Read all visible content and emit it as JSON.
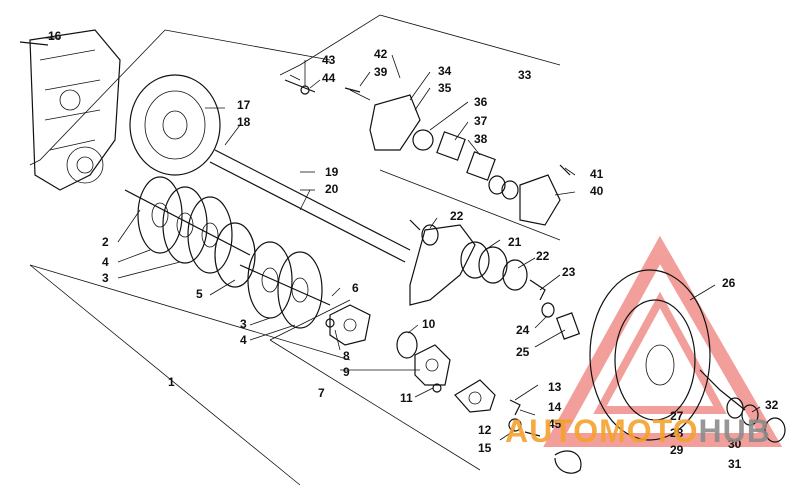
{
  "callouts": [
    "1",
    "2",
    "3",
    "3",
    "4",
    "4",
    "5",
    "6",
    "7",
    "8",
    "9",
    "10",
    "11",
    "12",
    "13",
    "14",
    "45",
    "15",
    "16",
    "17",
    "18",
    "19",
    "20",
    "21",
    "22",
    "22",
    "23",
    "24",
    "25",
    "26",
    "27",
    "28",
    "29",
    "30",
    "31",
    "32",
    "33",
    "34",
    "35",
    "36",
    "37",
    "38",
    "39",
    "40",
    "41",
    "42",
    "43",
    "44"
  ],
  "watermark": {
    "prefix": "AUTO",
    "middle": "MOTO",
    "suffix": "HUB",
    "colors": {
      "red": "#e8524a",
      "orange": "#f4a22d",
      "gray": "#8c8c8c"
    }
  }
}
